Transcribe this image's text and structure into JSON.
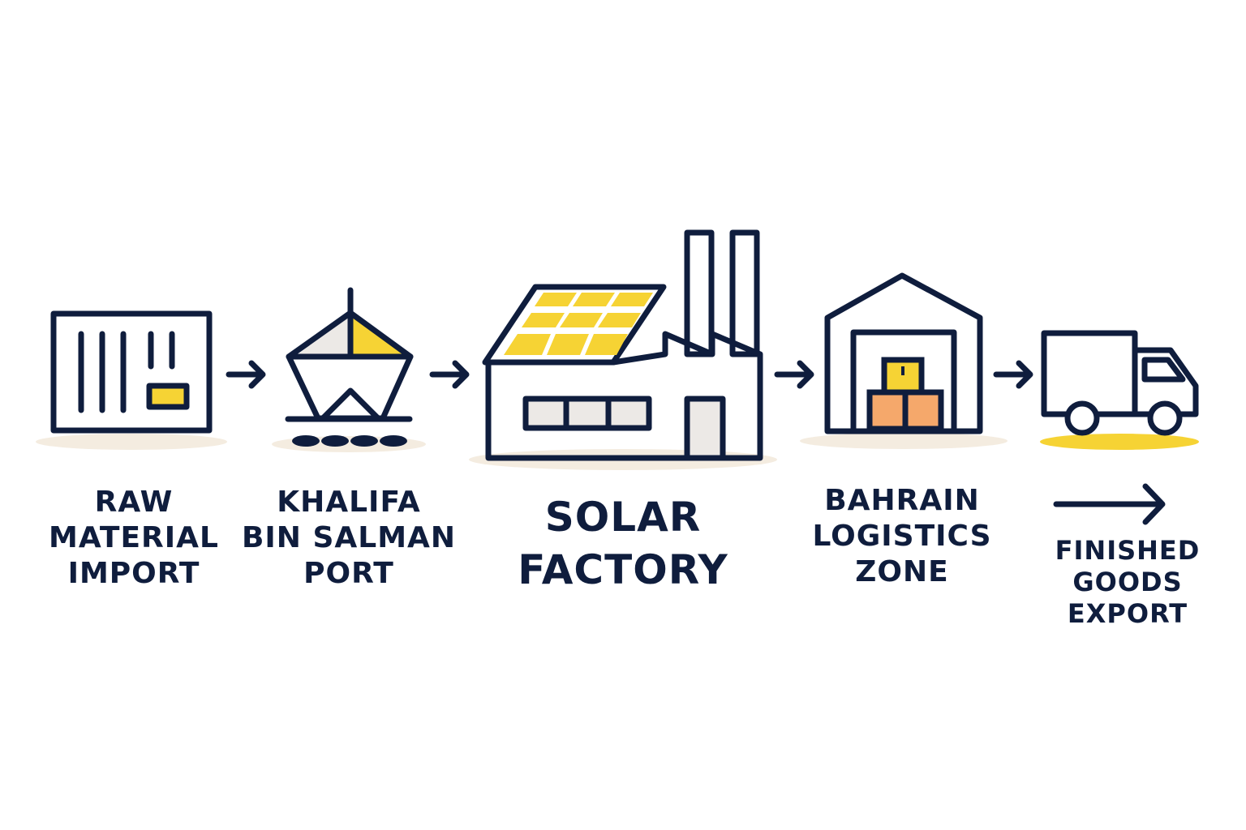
{
  "colors": {
    "ink": "#0f1d3d",
    "accent_yellow": "#f6d334",
    "accent_orange": "#f5a86b",
    "light_fill": "#ece9e6",
    "ground_shadow": "#f4ece0"
  },
  "steps": [
    {
      "icon": "shipping-container-icon",
      "lines": [
        "RAW",
        "MATERIAL",
        "IMPORT"
      ]
    },
    {
      "icon": "ship-icon",
      "lines": [
        "KHALIFA",
        "BIN SALMAN",
        "PORT"
      ]
    },
    {
      "icon": "solar-factory-icon",
      "lines": [
        "SOLAR",
        "FACTORY"
      ]
    },
    {
      "icon": "warehouse-icon",
      "lines": [
        "BAHRAIN",
        "LOGISTICS",
        "ZONE"
      ]
    },
    {
      "icon": "delivery-truck-icon",
      "lines": [
        "FINISHED",
        "GOODS",
        "EXPORT"
      ]
    }
  ],
  "connectors": [
    "arrow-right-icon",
    "arrow-right-icon",
    "arrow-right-icon",
    "arrow-right-icon"
  ]
}
